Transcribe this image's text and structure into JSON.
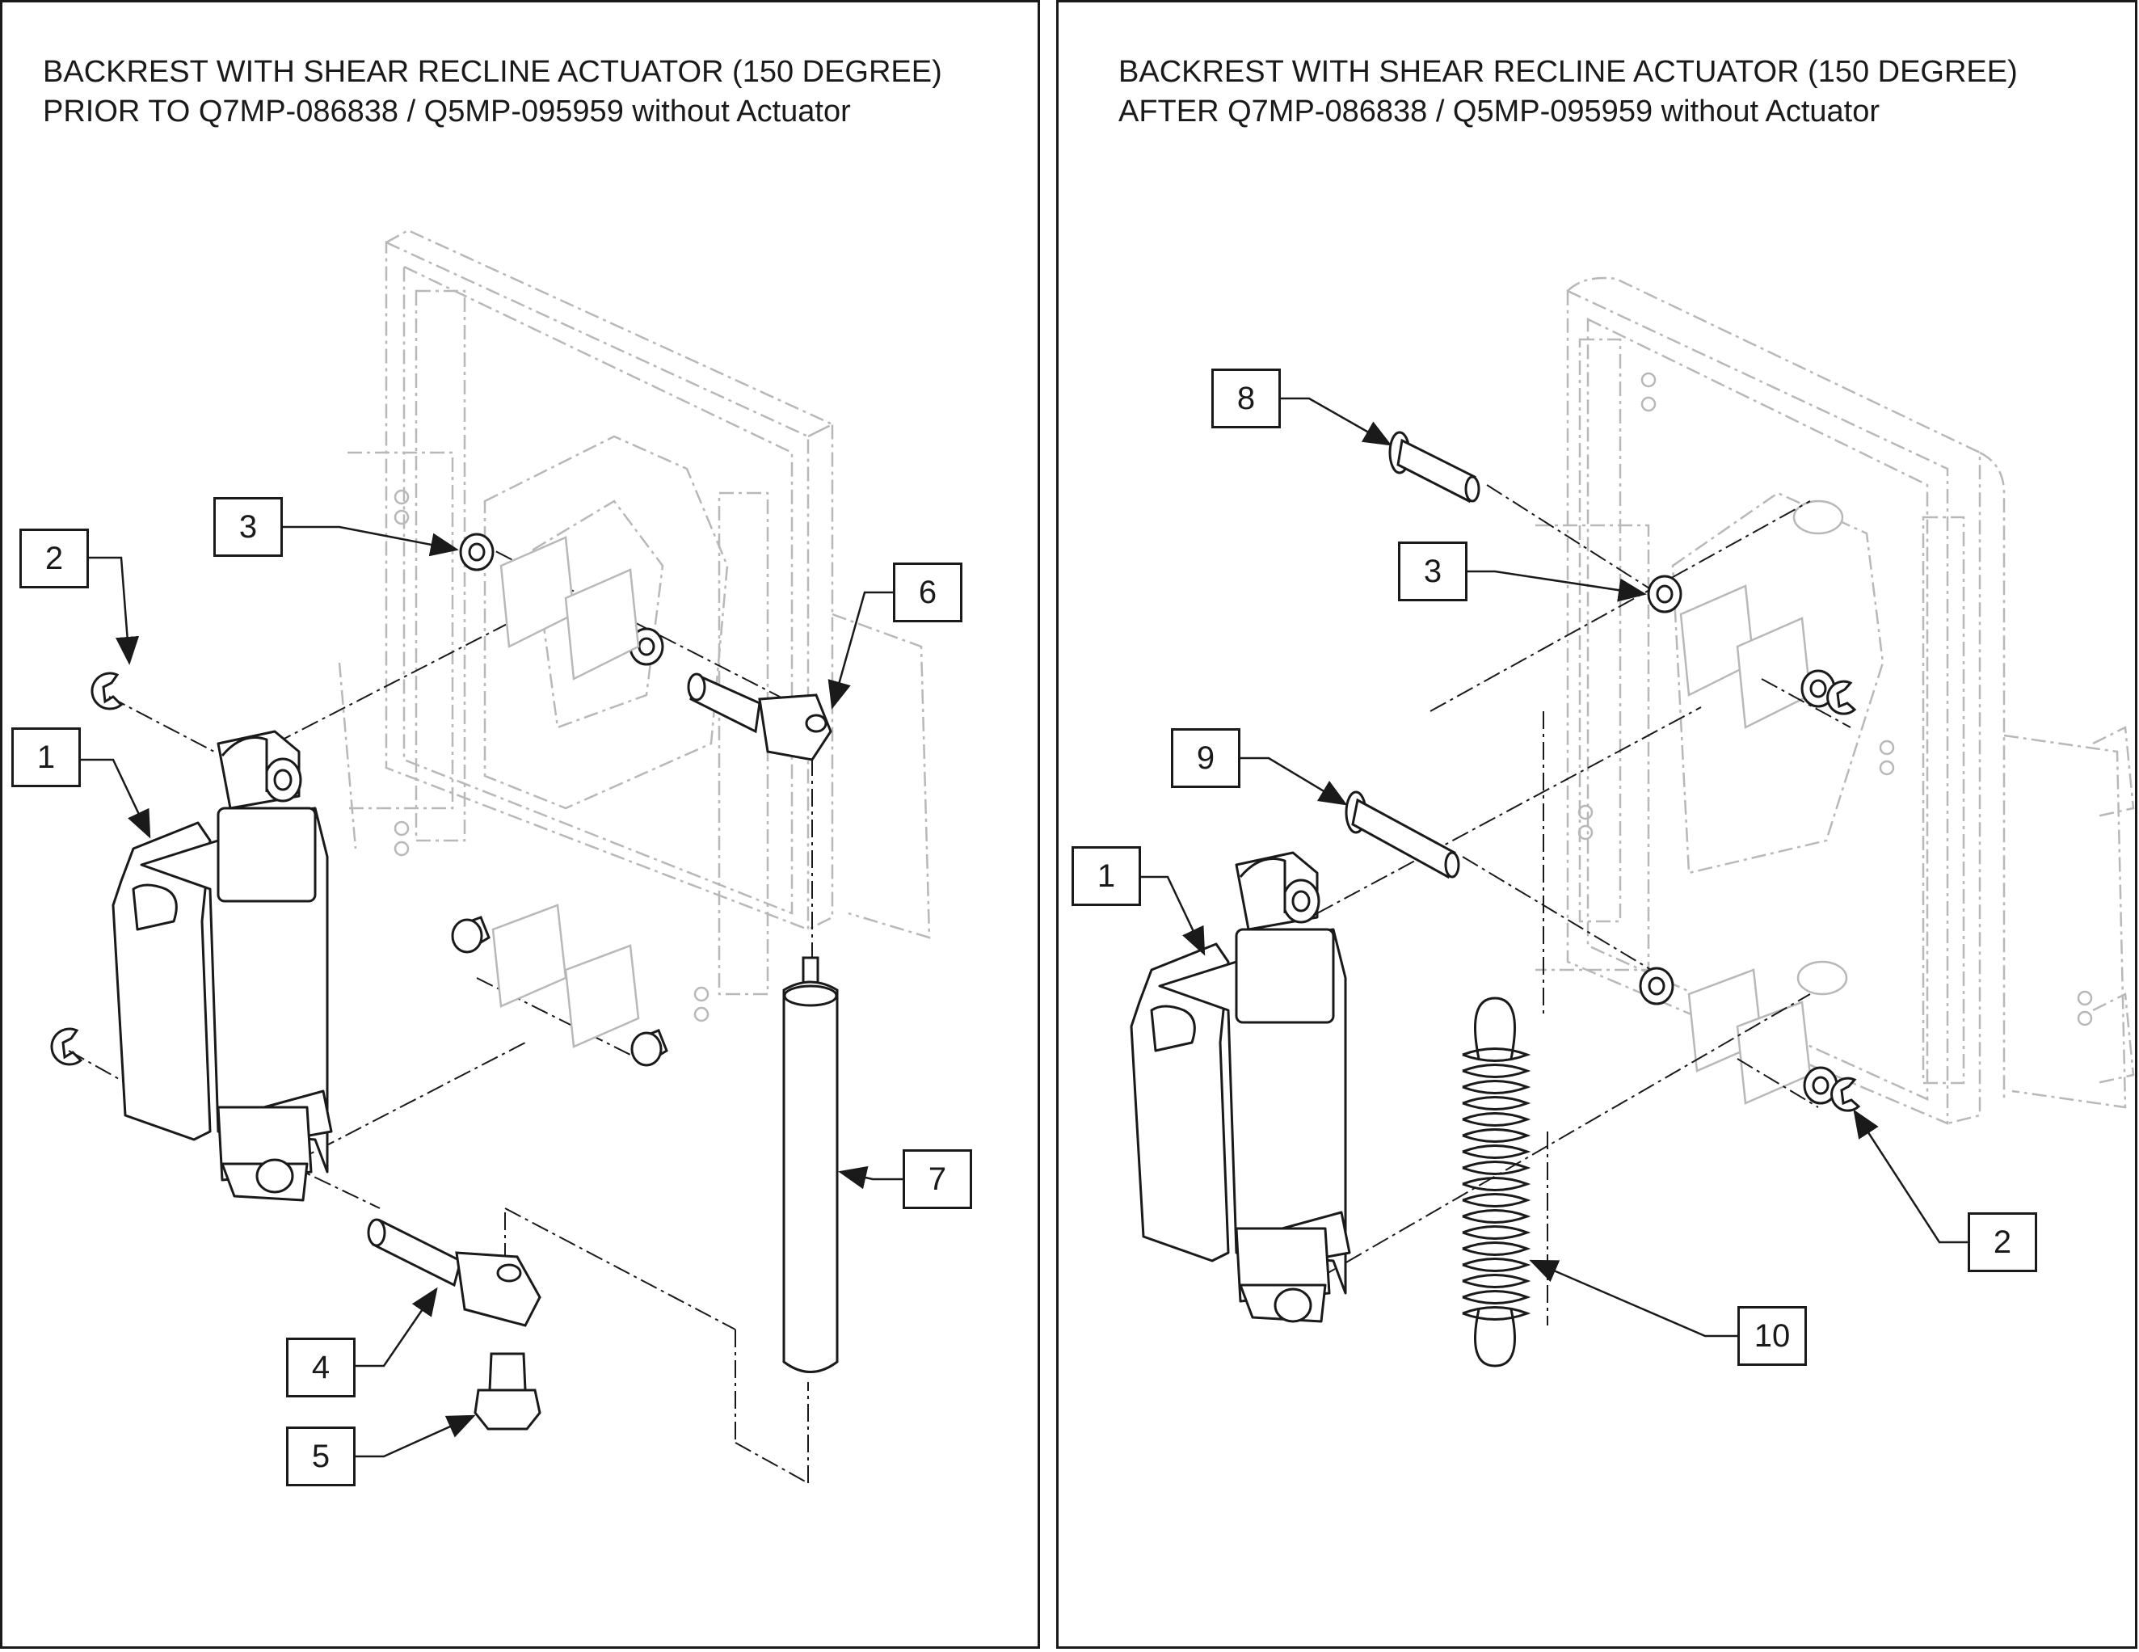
{
  "left_panel": {
    "title_line1": "BACKREST WITH SHEAR RECLINE ACTUATOR (150 DEGREE)",
    "title_line2": "PRIOR TO Q7MP-086838 / Q5MP-095959 without Actuator",
    "callouts": [
      "1",
      "2",
      "3",
      "4",
      "5",
      "6",
      "7"
    ]
  },
  "right_panel": {
    "title_line1": "BACKREST WITH SHEAR RECLINE ACTUATOR (150 DEGREE)",
    "title_line2": "AFTER Q7MP-086838 / Q5MP-095959 without Actuator",
    "callouts": [
      "1",
      "2",
      "3",
      "8",
      "9",
      "10"
    ]
  },
  "colors": {
    "line": "#1a1a1a",
    "ghost": "#b8b8b8",
    "fill": "#ffffff"
  }
}
